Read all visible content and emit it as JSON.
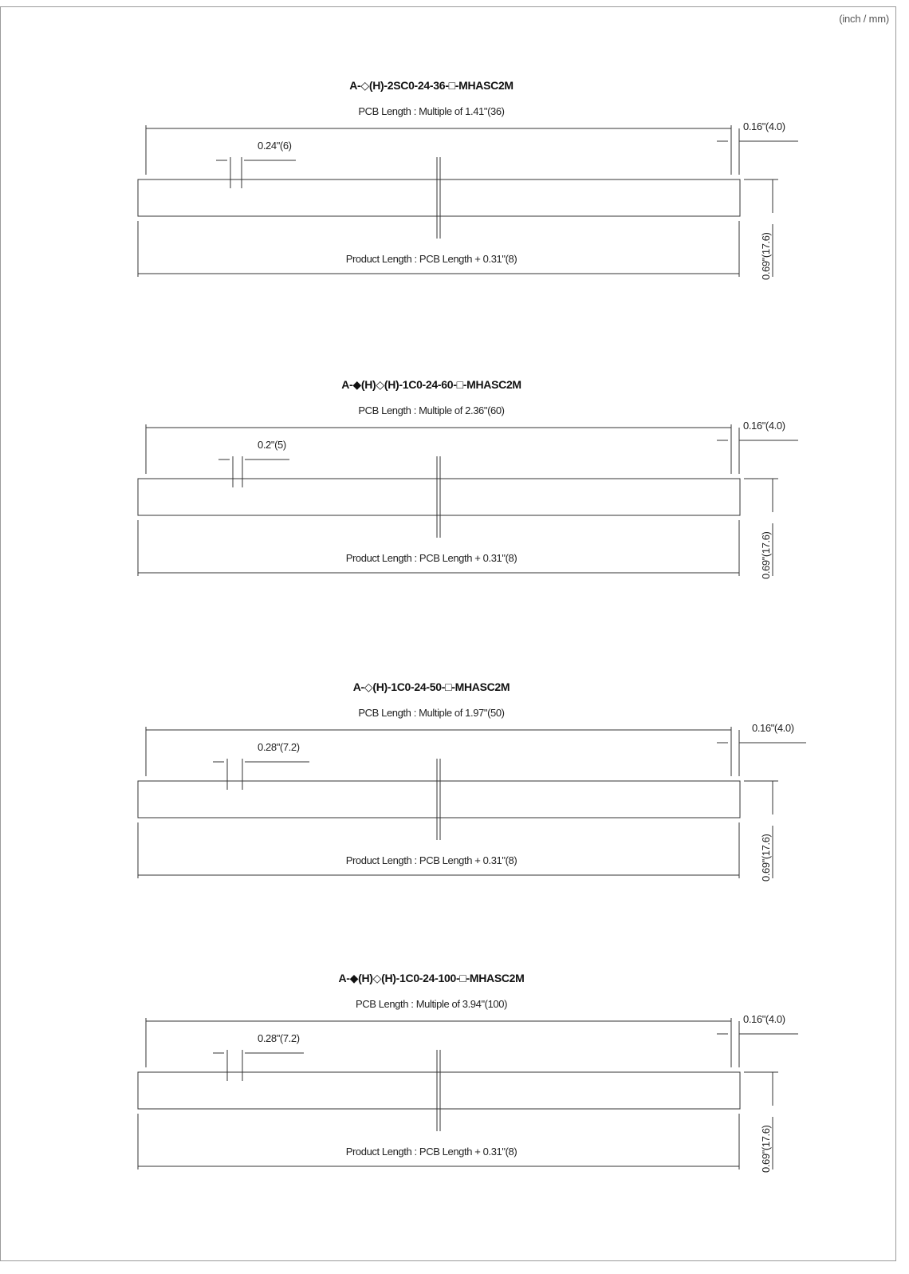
{
  "units_label": "(inch / mm)",
  "common": {
    "left_offset": "0.16\"(4.0)",
    "height": "0.69\"(17.6)",
    "product_length": "Product Length : PCB Length + 0.31\"(8)"
  },
  "drawings": [
    {
      "prefix": "A-",
      "code": "(H)-2SC0-24-36-",
      "suffix": "-MHASC2M",
      "filled_diamond": false,
      "pcb_length": "PCB Length : Multiple of 1.41\"(36)",
      "pitch": "0.24\"(6)"
    },
    {
      "prefix": "A-",
      "code": "(H)",
      "code2": "(H)-1C0-24-60-",
      "suffix": "-MHASC2M",
      "filled_diamond": true,
      "pcb_length": "PCB Length : Multiple of 2.36\"(60)",
      "pitch": "0.2\"(5)"
    },
    {
      "prefix": "A-",
      "code": "(H)-1C0-24-50-",
      "suffix": "-MHASC2M",
      "filled_diamond": false,
      "pcb_length": "PCB Length : Multiple of 1.97\"(50)",
      "pitch": "0.28\"(7.2)"
    },
    {
      "prefix": "A-",
      "code": "(H)",
      "code2": "(H)-1C0-24-100-",
      "suffix": "-MHASC2M",
      "filled_diamond": true,
      "pcb_length": "PCB Length : Multiple of 3.94\"(100)",
      "pitch": "0.28\"(7.2)"
    }
  ]
}
